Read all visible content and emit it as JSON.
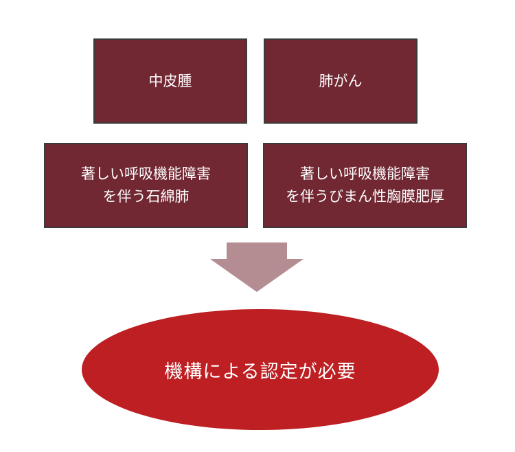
{
  "diagram": {
    "colors": {
      "box_fill": "#722833",
      "box_border": "#3a3a3a",
      "arrow_fill": "#b48d93",
      "result_fill": "#bd1f22",
      "text": "#ffffff"
    },
    "conditions": [
      {
        "label": "中皮腫"
      },
      {
        "label": "肺がん"
      },
      {
        "label": "著しい呼吸機能障害\nを伴う石綿肺"
      },
      {
        "label": "著しい呼吸機能障害\nを伴うびまん性胸膜肥厚"
      }
    ],
    "result": {
      "label": "機構による認定が必要"
    }
  }
}
